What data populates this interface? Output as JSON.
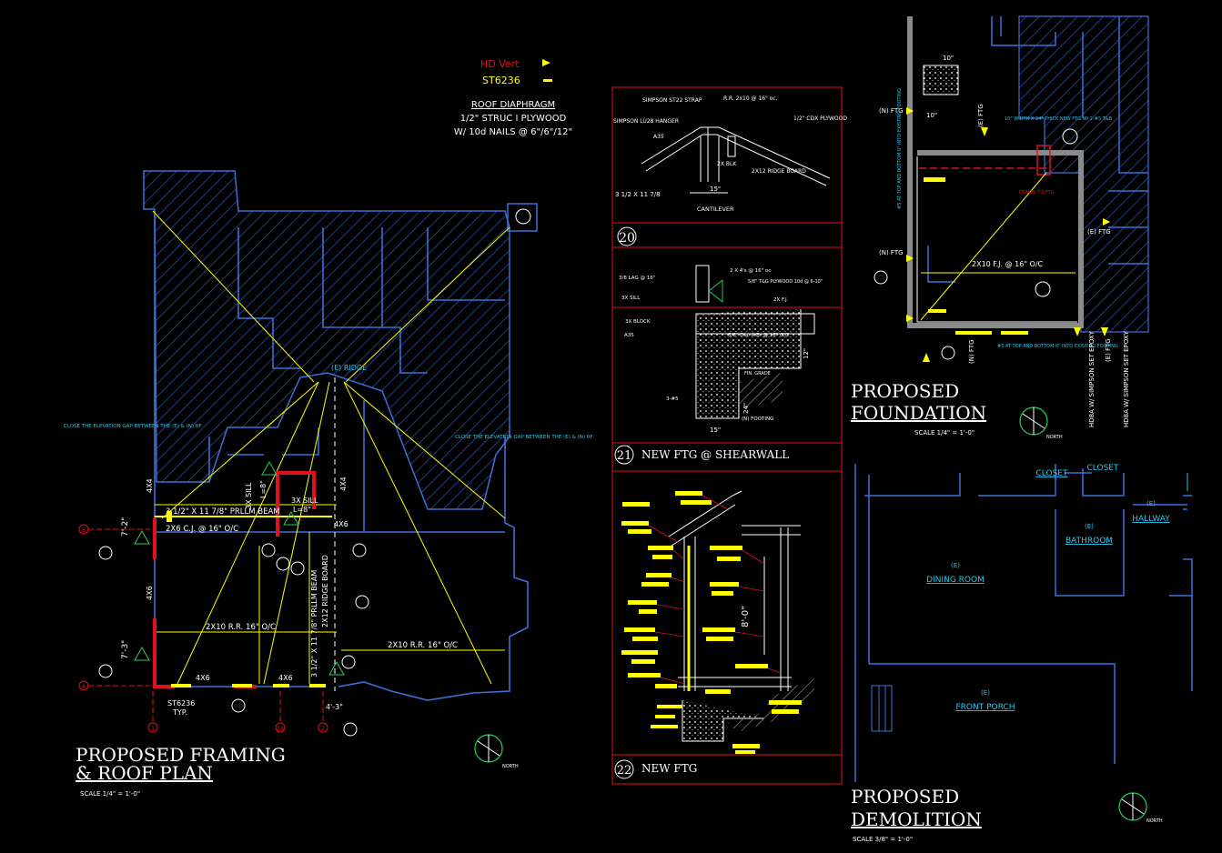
{
  "legend": {
    "hd_vert": "HD Vert",
    "st6236": "ST6236"
  },
  "roof_note": {
    "title": "ROOF DIAPHRAGM",
    "line1": "1/2\" STRUC I PLYWOOD",
    "line2": "W/ 10d NAILS @ 6\"/6\"/12\""
  },
  "framing": {
    "title_line1": "PROPOSED FRAMING",
    "title_line2": "& ROOF PLAN",
    "scale": "SCALE 1/4\" = 1'-0\"",
    "labels": {
      "ridge": "(E) RIDGE",
      "beam": "3 1/2\" X 11 7/8\" PRLLM BEAM",
      "cj": "2X6 C.J. @ 16\" O/C",
      "sill1": "3X SILL",
      "sill1b": "L=8\"",
      "sill2": "3X SILL",
      "sill2b": "L=8\"",
      "post1": "4X6",
      "post2": "4X6",
      "post3": "4X6",
      "post4": "4X6",
      "post5": "4X4",
      "post6": "4X4",
      "ridge_board": "2X12 RIDGE BOARD",
      "prllm_v": "3 1/2\" X 11 7/8\" PRLLM BEAM",
      "rr1": "2X10 R.R. 16\" O/C",
      "rr2": "2X10 R.R. 16\" O/C",
      "st_typ1": "ST6236",
      "st_typ2": "TYP.",
      "dim1": "7'-2\"",
      "dim2": "7'-3\"",
      "dim3": "4'-3\"",
      "note_left": "CLOSE THE ELEVATION GAP BETWEEN THE (E) & (N) RF",
      "note_right": "CLOSE THE ELEVATION GAP BETWEEN THE (E) & (N) RF",
      "grid_b": "B",
      "grid_a": "A",
      "grid_1": "1",
      "grid_2a": "2A",
      "grid_2": "2",
      "north": "NORTH"
    }
  },
  "detail20": {
    "number": "20",
    "labels": {
      "strap": "SIMPSON ST22 STRAP",
      "rr": "R.R. 2x10 @ 16\" oc.",
      "plywood": "1/2\" CDX PLYWOOD",
      "hanger": "SIMPSON LU28 HANGER",
      "a35": "A35",
      "blk": "2X BLK",
      "ridge": "2X12 RIDGE BOARD",
      "beam": "3 1/2 X 11 7/8",
      "dim": "15\"",
      "cantilever": "CANTILEVER"
    }
  },
  "detail21": {
    "number": "21",
    "title": "NEW FTG @ SHEARWALL",
    "labels": {
      "post": "2 X 4's @ 16\" oc",
      "lag": "3/8 LAG @ 16\"",
      "ply": "5/8\" T&G PLYWOOD 10d @ 6-10\"",
      "sill": "3X SILL",
      "fj": "2X F.J.",
      "block": "3X BLOCK",
      "a35": "A35",
      "ab": "5/8\" Dia. A.B. @ 16\" O/C",
      "grade": "FIN. GRADE",
      "bars": "3-#5",
      "footing": "(N) FOOTING",
      "dim_w": "15\"",
      "dim_h": "12\"",
      "dim_d": "24\""
    }
  },
  "detail22": {
    "number": "22",
    "title": "NEW FTG",
    "labels": {
      "height": "8'-0\""
    }
  },
  "foundation": {
    "title_line1": "PROPOSED",
    "title_line2": "FOUNDATION",
    "scale": "SCALE 1/4\" = 1'-0\"",
    "labels": {
      "nftg1": "(N) FTG",
      "nftg2": "(N) FTG",
      "nftg3": "(N) FTG",
      "eftg1": "(E) FTG",
      "eftg2": "(E) FTG",
      "eftg3": "(E) FTG",
      "dim10a": "10\"",
      "dim10b": "10\"",
      "fj": "2X10 F.J. @ 16\" O/C",
      "note1": "10\" WIDTH X 24\" THICK NEW FTG W/ 2-#5 T&B",
      "note2": "DOWEL TO FTG",
      "epoxy_note": "#5 AT TOP AND BOTTOM 6\" INTO EXISTING FOOTING",
      "epoxy_note2": "#5 AT TOP AND BOTTOM 6\" INTO EXISTING FOOTING",
      "hd1": "HD8A W/ SIMPSON SET EPOXY",
      "hd2": "HD8A W/ SIMPSON SET EPOXY",
      "north": "NORTH"
    }
  },
  "demolition": {
    "title_line1": "PROPOSED",
    "title_line2": "DEMOLITION",
    "scale": "SCALE 3/8\" = 1'-0\"",
    "labels": {
      "closet": "CLOSET",
      "closet2": "CLOSET",
      "hallway_e": "(E)",
      "hallway": "HALLWAY",
      "bath_e": "(E)",
      "bathroom": "BATHROOM",
      "dining_e": "(E)",
      "dining": "DINING ROOM",
      "porch_e": "(E)",
      "porch": "FRONT PORCH",
      "north": "NORTH"
    }
  },
  "colors": {
    "background": "#000000",
    "walls": "#3d6fd6",
    "hatch": "#3553a8",
    "cyan": "#28c8f0",
    "yellow": "#ffff00",
    "red": "#e01020",
    "green": "#20d060",
    "white": "#ffffff"
  }
}
